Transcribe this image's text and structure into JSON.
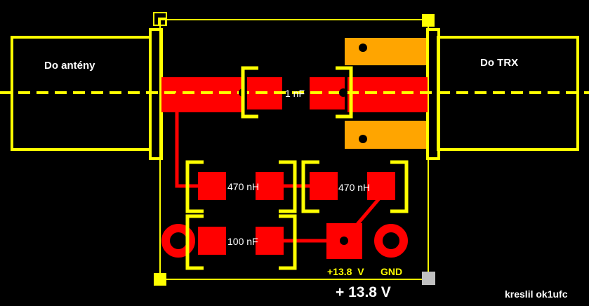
{
  "labels": {
    "antenna": "Do antény",
    "trx": "Do TRX",
    "cap": "1 nF",
    "ind1": "470 nH",
    "ind2": "470 nH",
    "cap100": "100 nF",
    "pwr_pad": "+13.8  V",
    "gnd_pad": "GND",
    "supply": "+ 13.8 V",
    "author": "kreslil ok1ufc"
  },
  "colors": {
    "background": "#000000",
    "silkscreen": "#ffff00",
    "copper": "#ff0000",
    "copper_bottom": "#ffa500",
    "hole": "#000000",
    "corner_grey": "#c0c0c0",
    "text": "#ffffff"
  }
}
